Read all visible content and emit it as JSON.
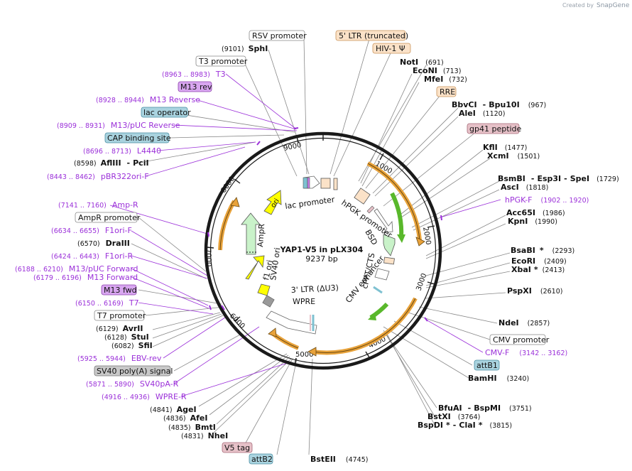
{
  "watermark": {
    "prefix": "Created by",
    "brand": "SnapGene"
  },
  "plasmid": {
    "name": "YAP1-V5 in pLX304",
    "length": "9237 bp"
  },
  "ring_ticks": [
    "1000",
    "2000",
    "3000",
    "4000",
    "5000",
    "6000",
    "7000",
    "8000",
    "9000"
  ],
  "inner_features": [
    "lac promoter",
    "hPGK promoter",
    "BSD",
    "cPPT/CTS",
    "CMV enhancer",
    "3' LTR (ΔU3)",
    "WPRE",
    "AmpR",
    "AmpR promoter",
    "SV40 ori",
    "f1 ori",
    "ori"
  ],
  "boxed_labels": [
    {
      "text": "RSV promoter",
      "style": "white"
    },
    {
      "text": "5' LTR (truncated)",
      "style": "peach"
    },
    {
      "text": "HIV-1 Ψ",
      "style": "peach"
    },
    {
      "text": "T3 promoter",
      "style": "white"
    },
    {
      "text": "RRE",
      "style": "peach"
    },
    {
      "text": "M13 rev",
      "style": "violet"
    },
    {
      "text": "lac operator",
      "style": "teal"
    },
    {
      "text": "CAP binding site",
      "style": "teal"
    },
    {
      "text": "gp41 peptide",
      "style": "pink"
    },
    {
      "text": "AmpR promoter",
      "style": "white"
    },
    {
      "text": "M13 fwd",
      "style": "violet"
    },
    {
      "text": "T7 promoter",
      "style": "white"
    },
    {
      "text": "SV40 poly(A) signal",
      "style": "gray"
    },
    {
      "text": "CMV promoter",
      "style": "white"
    },
    {
      "text": "attB1",
      "style": "teal"
    },
    {
      "text": "V5 tag",
      "style": "pink"
    },
    {
      "text": "attB2",
      "style": "teal"
    }
  ],
  "enzyme_labels": [
    {
      "pos": "(9101)",
      "name": "SphI"
    },
    {
      "name": "NotI",
      "pos": "(691)"
    },
    {
      "name": "EcoNI",
      "pos": "(713)"
    },
    {
      "name": "MfeI",
      "pos": "(732)"
    },
    {
      "name": "BbvCI",
      "sep": "-",
      "name2": "Bpu10I",
      "pos": "(967)"
    },
    {
      "name": "AleI",
      "pos": "(1120)"
    },
    {
      "name": "KflI",
      "pos": "(1477)"
    },
    {
      "name": "XcmI",
      "pos": "(1501)"
    },
    {
      "name": "BsmBI",
      "sep": "-",
      "name2": "Esp3I",
      "sep2": "-",
      "name3": "SpeI",
      "pos": "(1729)"
    },
    {
      "name": "AscI",
      "pos": "(1818)"
    },
    {
      "name": "Acc65I",
      "pos": "(1986)"
    },
    {
      "name": "KpnI",
      "pos": "(1990)"
    },
    {
      "name": "BsaBI",
      "star": "*",
      "pos": "(2293)"
    },
    {
      "name": "EcoRI",
      "pos": "(2409)"
    },
    {
      "name": "XbaI",
      "star": "*",
      "pos": "(2413)"
    },
    {
      "name": "PspXI",
      "pos": "(2610)"
    },
    {
      "name": "NdeI",
      "pos": "(2857)"
    },
    {
      "name": "BamHI",
      "pos": "(3240)"
    },
    {
      "name": "BfuAI",
      "sep": "-",
      "name2": "BspMI",
      "pos": "(3751)"
    },
    {
      "name": "BstXI",
      "pos": "(3764)"
    },
    {
      "name": "BspDI",
      "star": "*",
      "sep": "-",
      "name2": "ClaI",
      "star2": "*",
      "pos": "(3815)"
    },
    {
      "name": "BstEII",
      "pos": "(4745)"
    },
    {
      "pos": "(8598)",
      "name": "AflIII",
      "sep": "-",
      "name2": "PciI"
    },
    {
      "pos": "(6570)",
      "name": "DraIII"
    },
    {
      "pos": "(6129)",
      "name": "AvrII"
    },
    {
      "pos": "(6128)",
      "name": "StuI"
    },
    {
      "pos": "(6082)",
      "name": "SfiI"
    },
    {
      "pos": "(4841)",
      "name": "AgeI"
    },
    {
      "pos": "(4836)",
      "name": "AfeI"
    },
    {
      "pos": "(4835)",
      "name": "BmtI"
    },
    {
      "pos": "(4831)",
      "name": "NheI"
    }
  ],
  "primer_labels": [
    {
      "range": "(8963 .. 8983)",
      "name": "T3"
    },
    {
      "range": "(8928 .. 8944)",
      "name": "M13 Reverse"
    },
    {
      "range": "(8909 .. 8931)",
      "name": "M13/pUC Reverse"
    },
    {
      "range": "(8696 .. 8713)",
      "name": "L4440"
    },
    {
      "range": "(8443 .. 8462)",
      "name": "pBR322ori-F"
    },
    {
      "name": "hPGK-F",
      "range": "(1902 .. 1920)"
    },
    {
      "range": "(7141 .. 7160)",
      "name": "Amp-R"
    },
    {
      "range": "(6634 .. 6655)",
      "name": "F1ori-F"
    },
    {
      "range": "(6424 .. 6443)",
      "name": "F1ori-R"
    },
    {
      "range": "(6188 .. 6210)",
      "name": "M13/pUC Forward"
    },
    {
      "range": "(6179 .. 6196)",
      "name": "M13 Forward"
    },
    {
      "range": "(6150 .. 6169)",
      "name": "T7"
    },
    {
      "range": "(5925 .. 5944)",
      "name": "EBV-rev"
    },
    {
      "range": "(5871 .. 5890)",
      "name": "SV40pA-R"
    },
    {
      "range": "(4916 .. 4936)",
      "name": "WPRE-R"
    },
    {
      "name": "CMV-F",
      "range": "(3142 .. 3162)"
    }
  ],
  "colors": {
    "ring": "#1a1a1a",
    "primer": "#9b30d9",
    "orange": "#e8a23a",
    "green": "#59b82b",
    "yellow": "#ffff00",
    "lightgreen": "#c9f2c9",
    "peach": "#fbe2c8",
    "teal": "#a9d3df",
    "violet": "#d8a6f0",
    "pink": "#e6c1c8",
    "gray": "#c8c8c8"
  }
}
